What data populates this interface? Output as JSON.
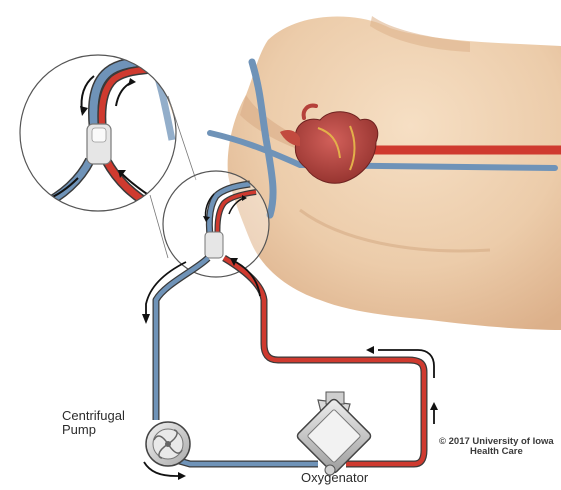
{
  "labels": {
    "pump_line1": "Centrifugal",
    "pump_line2": "Pump",
    "oxygenator": "Oxygenator",
    "copyright_line1": "© 2017 University of Iowa",
    "copyright_line2": "Health Care"
  },
  "colors": {
    "skin": "#eed2b3",
    "skin_shadow": "#d9b28e",
    "arterial": "#cf3a2f",
    "venous": "#6f93b8",
    "tube_outline": "#3a3a3a",
    "heart": "#b5413a",
    "arrow": "#111111",
    "device_grey": "#c9c9c9"
  },
  "icons": [
    "centrifugal-pump-icon",
    "oxygenator-icon",
    "heart-icon",
    "flow-arrow-icon",
    "y-connector-icon"
  ]
}
